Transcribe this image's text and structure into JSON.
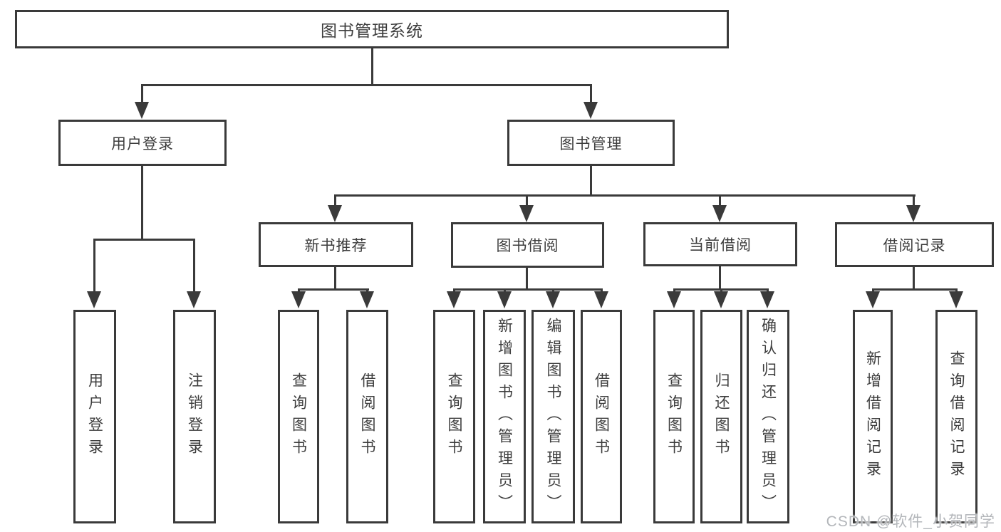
{
  "diagram": {
    "title": "图书管理系统",
    "level2": {
      "user_login": "用户登录",
      "book_management": "图书管理"
    },
    "level3": {
      "new_book_recommend": "新书推荐",
      "book_borrow": "图书借阅",
      "current_borrow": "当前借阅",
      "borrow_records": "借阅记录"
    },
    "leaves": {
      "user_login_children": {
        "login": "用户登录",
        "logout": "注销登录"
      },
      "new_book_recommend_children": {
        "query": "查询图书",
        "borrow": "借阅图书"
      },
      "book_borrow_children": {
        "query": "查询图书",
        "add": "新增图书（管理员）",
        "edit": "编辑图书（管理员）",
        "borrow": "借阅图书"
      },
      "current_borrow_children": {
        "query": "查询图书",
        "return": "归还图书",
        "confirm": "确认归还（管理员）"
      },
      "borrow_records_children": {
        "add": "新增借阅记录",
        "query": "查询借阅记录"
      }
    }
  },
  "watermark": {
    "text": "CSDN @软件_小贺同学"
  },
  "colors": {
    "line": "#3a3a3a",
    "text": "#3d3d3d",
    "background": "#ffffff",
    "watermark": "#b3b6ba"
  }
}
